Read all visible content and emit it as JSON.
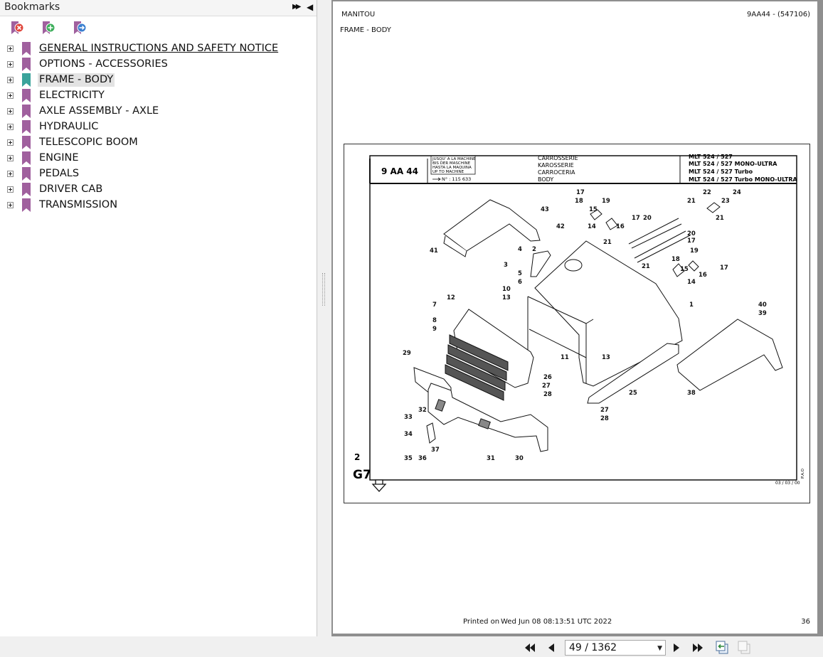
{
  "bookmarks": {
    "title": "Bookmarks",
    "items": [
      {
        "label": "GENERAL INSTRUCTIONS AND SAFETY NOTICE"
      },
      {
        "label": "OPTIONS - ACCESSORIES"
      },
      {
        "label": "FRAME - BODY"
      },
      {
        "label": "ELECTRICITY"
      },
      {
        "label": "AXLE ASSEMBLY - AXLE"
      },
      {
        "label": "HYDRAULIC"
      },
      {
        "label": "TELESCOPIC BOOM"
      },
      {
        "label": "ENGINE"
      },
      {
        "label": "PEDALS"
      },
      {
        "label": "DRIVER CAB"
      },
      {
        "label": "TRANSMISSION"
      }
    ],
    "selected_index": 2,
    "colors": {
      "flag": "#a0609e",
      "flag_selected": "#3aa39b"
    }
  },
  "page": {
    "brand": "MANITOU",
    "ref": "9AA44 - (547106)",
    "section": "FRAME - BODY",
    "printed_label": "Printed on",
    "printed_date": "Wed Jun 08 08:13:51 UTC 2022",
    "page_number": "36"
  },
  "drawing": {
    "code": "9 AA 44",
    "until_lines": [
      "JUSQU' A LA MACHINE",
      "BIS DER MASCHINE",
      "HASTA LA MAQUINA",
      "UP TO MACHINE"
    ],
    "serial": "N° : 115 633",
    "titles": [
      "CARROSSERIE",
      "KAROSSERIE",
      "CARROCERIA",
      "BODY"
    ],
    "models": [
      "MLT 524 / 527",
      "MLT 524 / 527 MONO-ULTRA",
      "MLT 524 / 527 Turbo",
      "MLT 524 / 527 Turbo MONO-ULTRA"
    ],
    "sheet_number": "2",
    "sheet_code": "G7",
    "date": "03 / 03 / 00",
    "pao": "P.A.O",
    "callouts": [
      "1",
      "2",
      "3",
      "4",
      "5",
      "6",
      "7",
      "8",
      "9",
      "10",
      "11",
      "12",
      "13",
      "13",
      "14",
      "14",
      "15",
      "15",
      "16",
      "16",
      "17",
      "17",
      "17",
      "17",
      "18",
      "18",
      "19",
      "19",
      "20",
      "20",
      "21",
      "21",
      "21",
      "21",
      "22",
      "23",
      "24",
      "25",
      "26",
      "27",
      "27",
      "28",
      "28",
      "29",
      "30",
      "31",
      "32",
      "33",
      "34",
      "35",
      "36",
      "37",
      "38",
      "39",
      "40",
      "41",
      "42",
      "43"
    ]
  },
  "navigation": {
    "current_page": "49 / 1362"
  }
}
